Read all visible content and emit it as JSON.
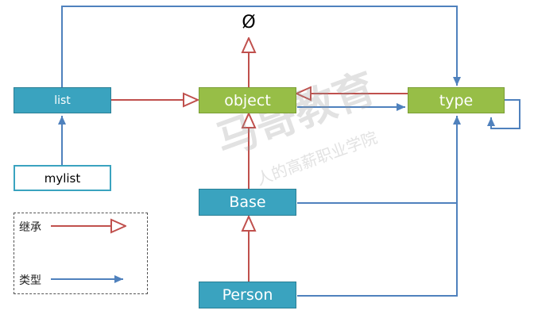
{
  "nodes": {
    "list": "list",
    "object": "object",
    "type": "type",
    "mylist": "mylist",
    "base": "Base",
    "person": "Person",
    "empty_set": "Ø"
  },
  "legend": {
    "inheritance": "继承",
    "type": "类型"
  },
  "watermark": {
    "brand": "马哥教育",
    "slogan": "人的高薪职业学院"
  },
  "colors": {
    "inheritance_arrow": "#c0504d",
    "type_arrow": "#4f81bd",
    "teal_box": "#3aa3bf",
    "green_box": "#97be47"
  }
}
